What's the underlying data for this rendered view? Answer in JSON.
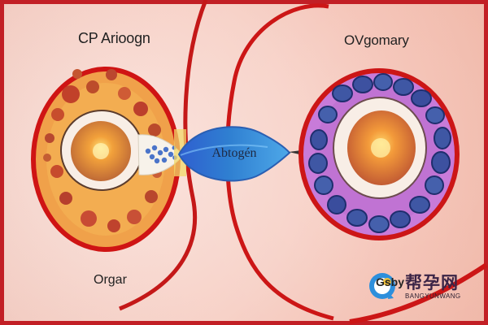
{
  "labels": {
    "left_title": "CP Arioogn",
    "right_title": "OVgomary",
    "center_label": "Abtogén",
    "bottom_left": "Orgar"
  },
  "watermark": {
    "main": "帮孕网",
    "sub": "BANGYUNWANG",
    "overlap": "Gsby"
  },
  "colors": {
    "background": "#c21f25",
    "panel": "#f6d2c8",
    "red_outline": "#cc1616",
    "left_cell_fill": "#f0a14a",
    "right_cell_fill": "#c87bd9",
    "center_drop": "#2f7fd1"
  }
}
